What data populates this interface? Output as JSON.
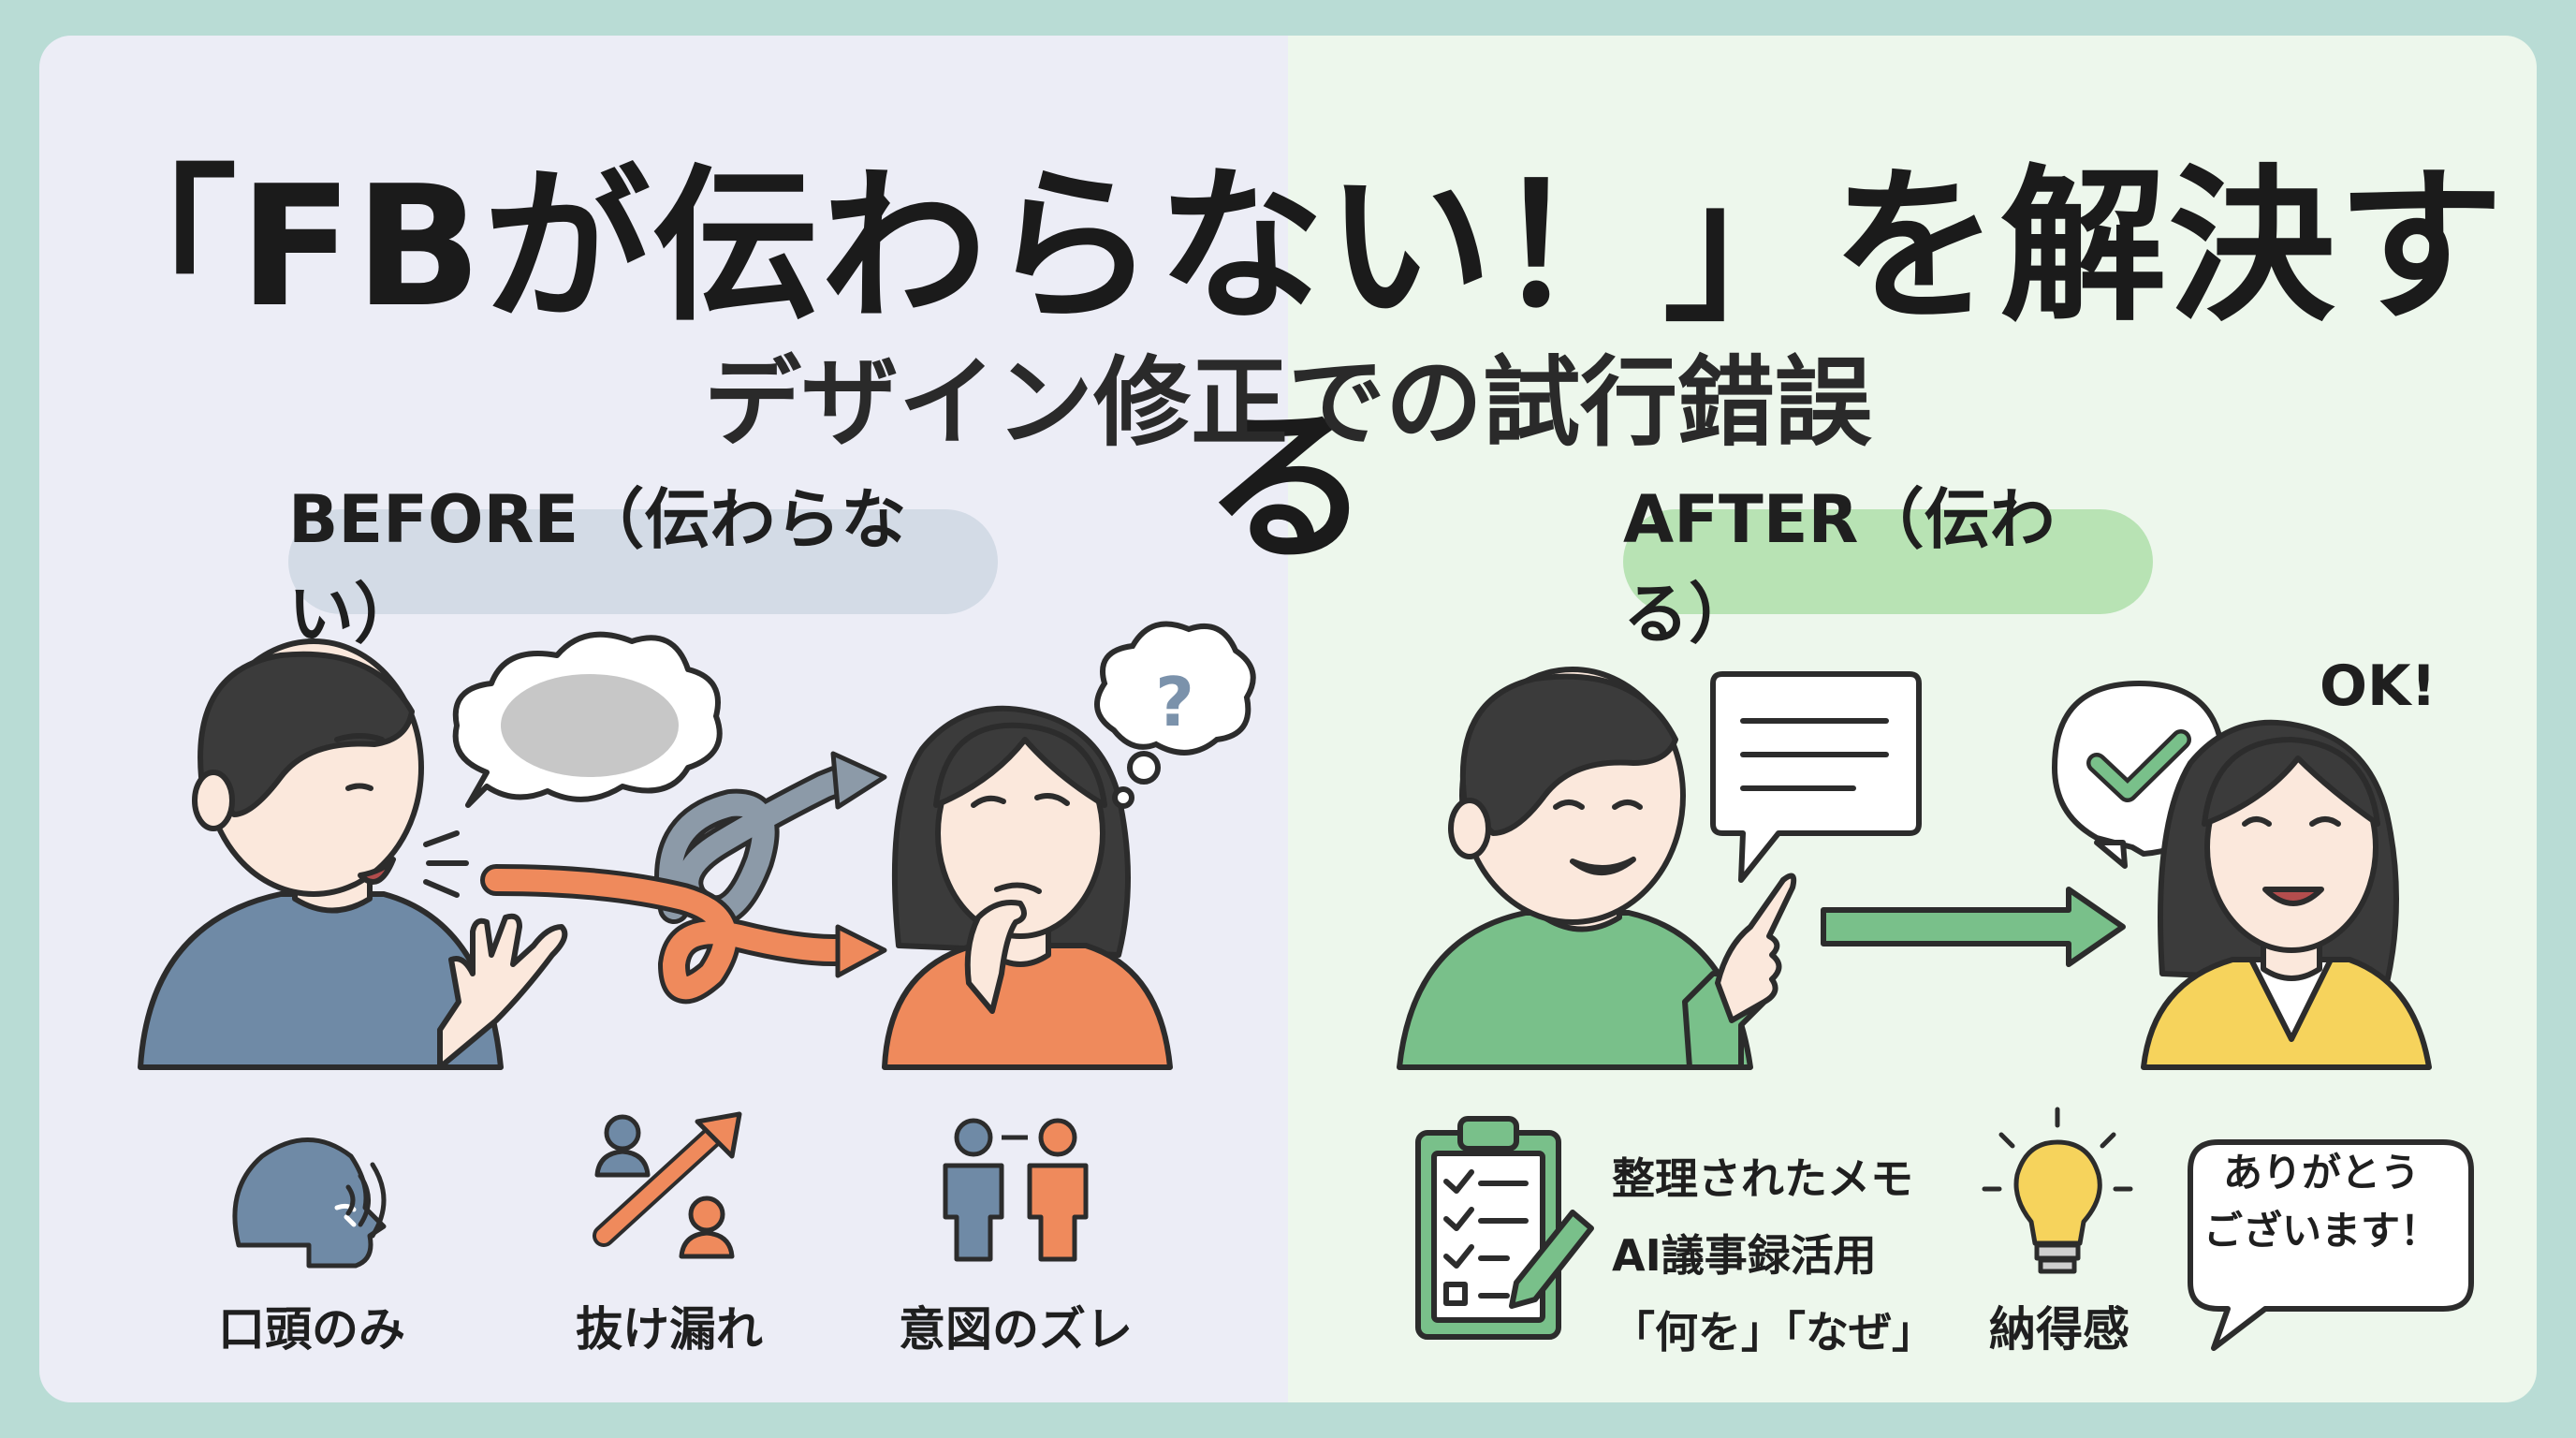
{
  "title": "「FBが伝わらない！」を解決する",
  "subtitle": "デザイン修正での試行錯誤",
  "before": {
    "label": "BEFORE（伝わらない）",
    "question_mark": "?",
    "items": [
      {
        "label": "口頭のみ",
        "icon": "speaking-head-icon"
      },
      {
        "label": "抜け漏れ",
        "icon": "omission-arrow-icon"
      },
      {
        "label": "意図のズレ",
        "icon": "misaligned-people-icon"
      }
    ]
  },
  "after": {
    "label": "AFTER（伝わる）",
    "ok": "OK!",
    "memo_lines": [
      "整理されたメモ",
      "AI議事録活用",
      "「何を」「なぜ」"
    ],
    "understanding": "納得感",
    "thanks_lines": [
      "ありがとう",
      "ございます！"
    ]
  },
  "colors": {
    "before_bg": "#ecedf6",
    "after_bg": "#edf7ec",
    "orange": "#ef8a5c",
    "blue_gray": "#7b92ab",
    "green": "#79c08a",
    "yellow": "#f6d35c"
  }
}
